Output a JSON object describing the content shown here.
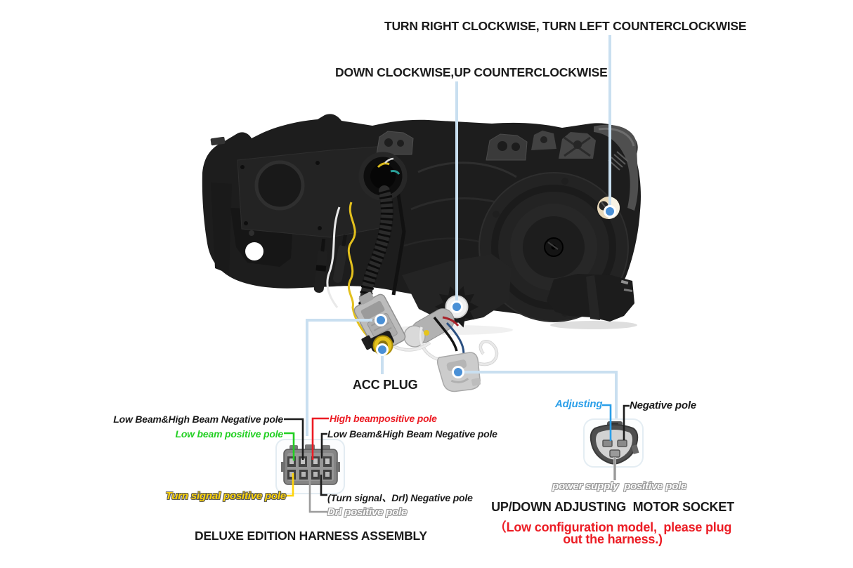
{
  "labels": {
    "turn_right": "TURN RIGHT CLOCKWISE, TURN LEFT COUNTERCLOCKWISE",
    "down_up": "DOWN CLOCKWISE,UP COUNTERCLOCKWISE",
    "acc_plug": "ACC PLUG",
    "harness_title": "DELUXE EDITION HARNESS ASSEMBLY",
    "pin_lbhb_neg_left": "Low Beam&High Beam Negative pole",
    "pin_low_beam_pos": "Low beam positive pole",
    "pin_high_beam_pos": "High beampositive pole",
    "pin_lbhb_neg_right": "Low Beam&High Beam Negative pole",
    "pin_turn_pos": "Turn signal positive pole",
    "pin_turn_drl_neg": "(Turn signal、Drl) Negative pole",
    "pin_drl_pos": "Drl positive pole",
    "adjusting": "Adjusting",
    "negative_pole": "Negative pole",
    "power_supply_pos": "power supply  positive pole",
    "motor_title": "UP/DOWN ADJUSTING  MOTOR SOCKET",
    "motor_note_1": "（Low configuration model,  please plug",
    "motor_note_2": "out the harness.)"
  },
  "colors": {
    "callout-dot": "#4a90d6",
    "leader-line": "#c9dff0",
    "positive-green": "#22cf22",
    "warning-red": "#ec1c24",
    "signal-yellow": "#ffd40a",
    "adjusting-blue": "#2b9fe9",
    "text-dark": "#1b1b1b"
  }
}
